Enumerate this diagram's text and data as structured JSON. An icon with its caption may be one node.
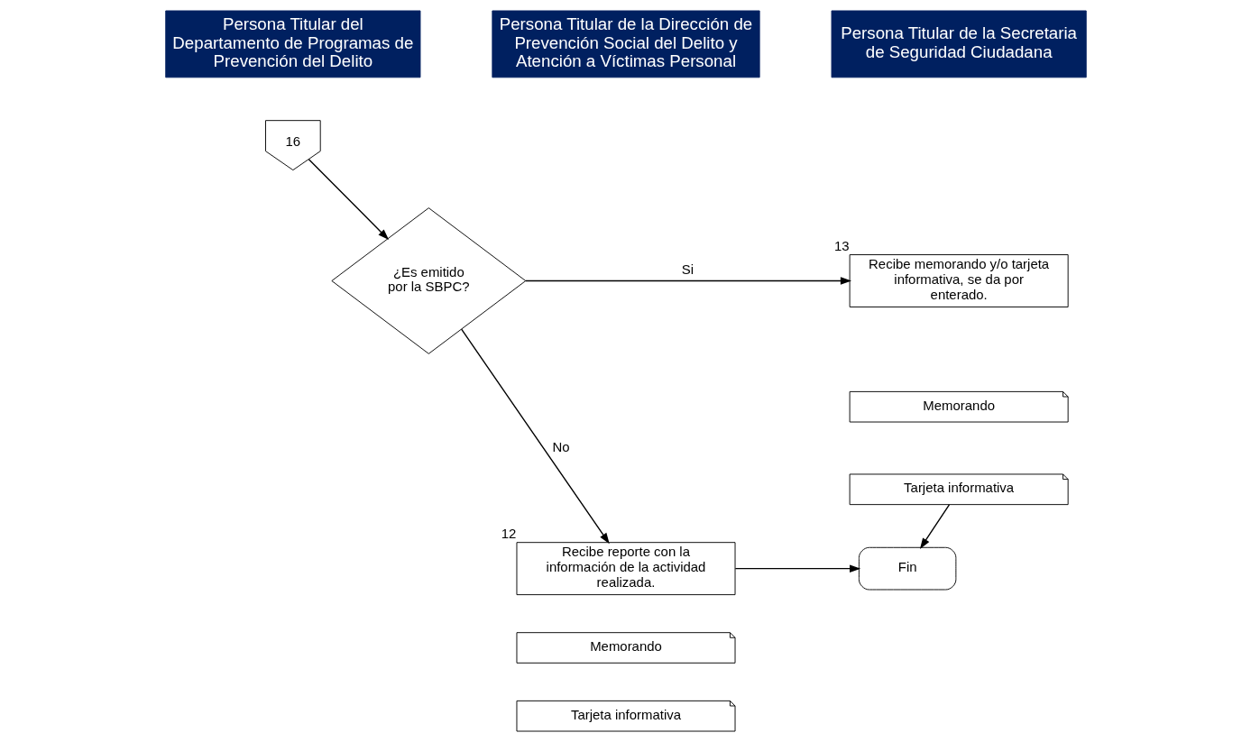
{
  "diagram": {
    "nodes": [
      {
        "text": [
          "Persona Titular del Departamento de Programas de Prevención del Delito"
        ]
      },
      {
        "text": [
          "Persona Titular de la Dirección de Prevención Social del Delito y Atención a Víctimas Personal"
        ]
      },
      {
        "text": [
          "Persona Titular de la Secretaria de Seguridad Ciudadana"
        ]
      },
      {
        "text": [
          "16"
        ]
      },
      {
        "text": [
          "¿Es emitido por la SBPC?"
        ]
      },
      {
        "text": [
          "Recibe memorando y/o tarjeta informativa, se da por enterado."
        ],
        "beside": [
          "13"
        ]
      },
      {
        "text": [
          "Memorando"
        ]
      },
      {
        "text": [
          "Tarjeta informativa"
        ]
      },
      {
        "text": [
          "Recibe reporte con la información de la actividad realizada."
        ],
        "beside": [
          "12"
        ]
      },
      {
        "text": [
          "Memorando"
        ]
      },
      {
        "text": [
          "Tarjeta informativa"
        ]
      },
      {
        "text": [
          "Fin"
        ]
      }
    ],
    "edges": [
      {
        "from": 3,
        "to": 4,
        "arrow": "to"
      },
      {
        "from": 4,
        "to": 5,
        "arrow": "to",
        "label": "Si"
      },
      {
        "from": 4,
        "to": 8,
        "arrow": "to",
        "label": "No"
      },
      {
        "from": 7,
        "to": 11,
        "arrow": "to"
      },
      {
        "from": 8,
        "to": 11,
        "arrow": "to"
      }
    ]
  }
}
